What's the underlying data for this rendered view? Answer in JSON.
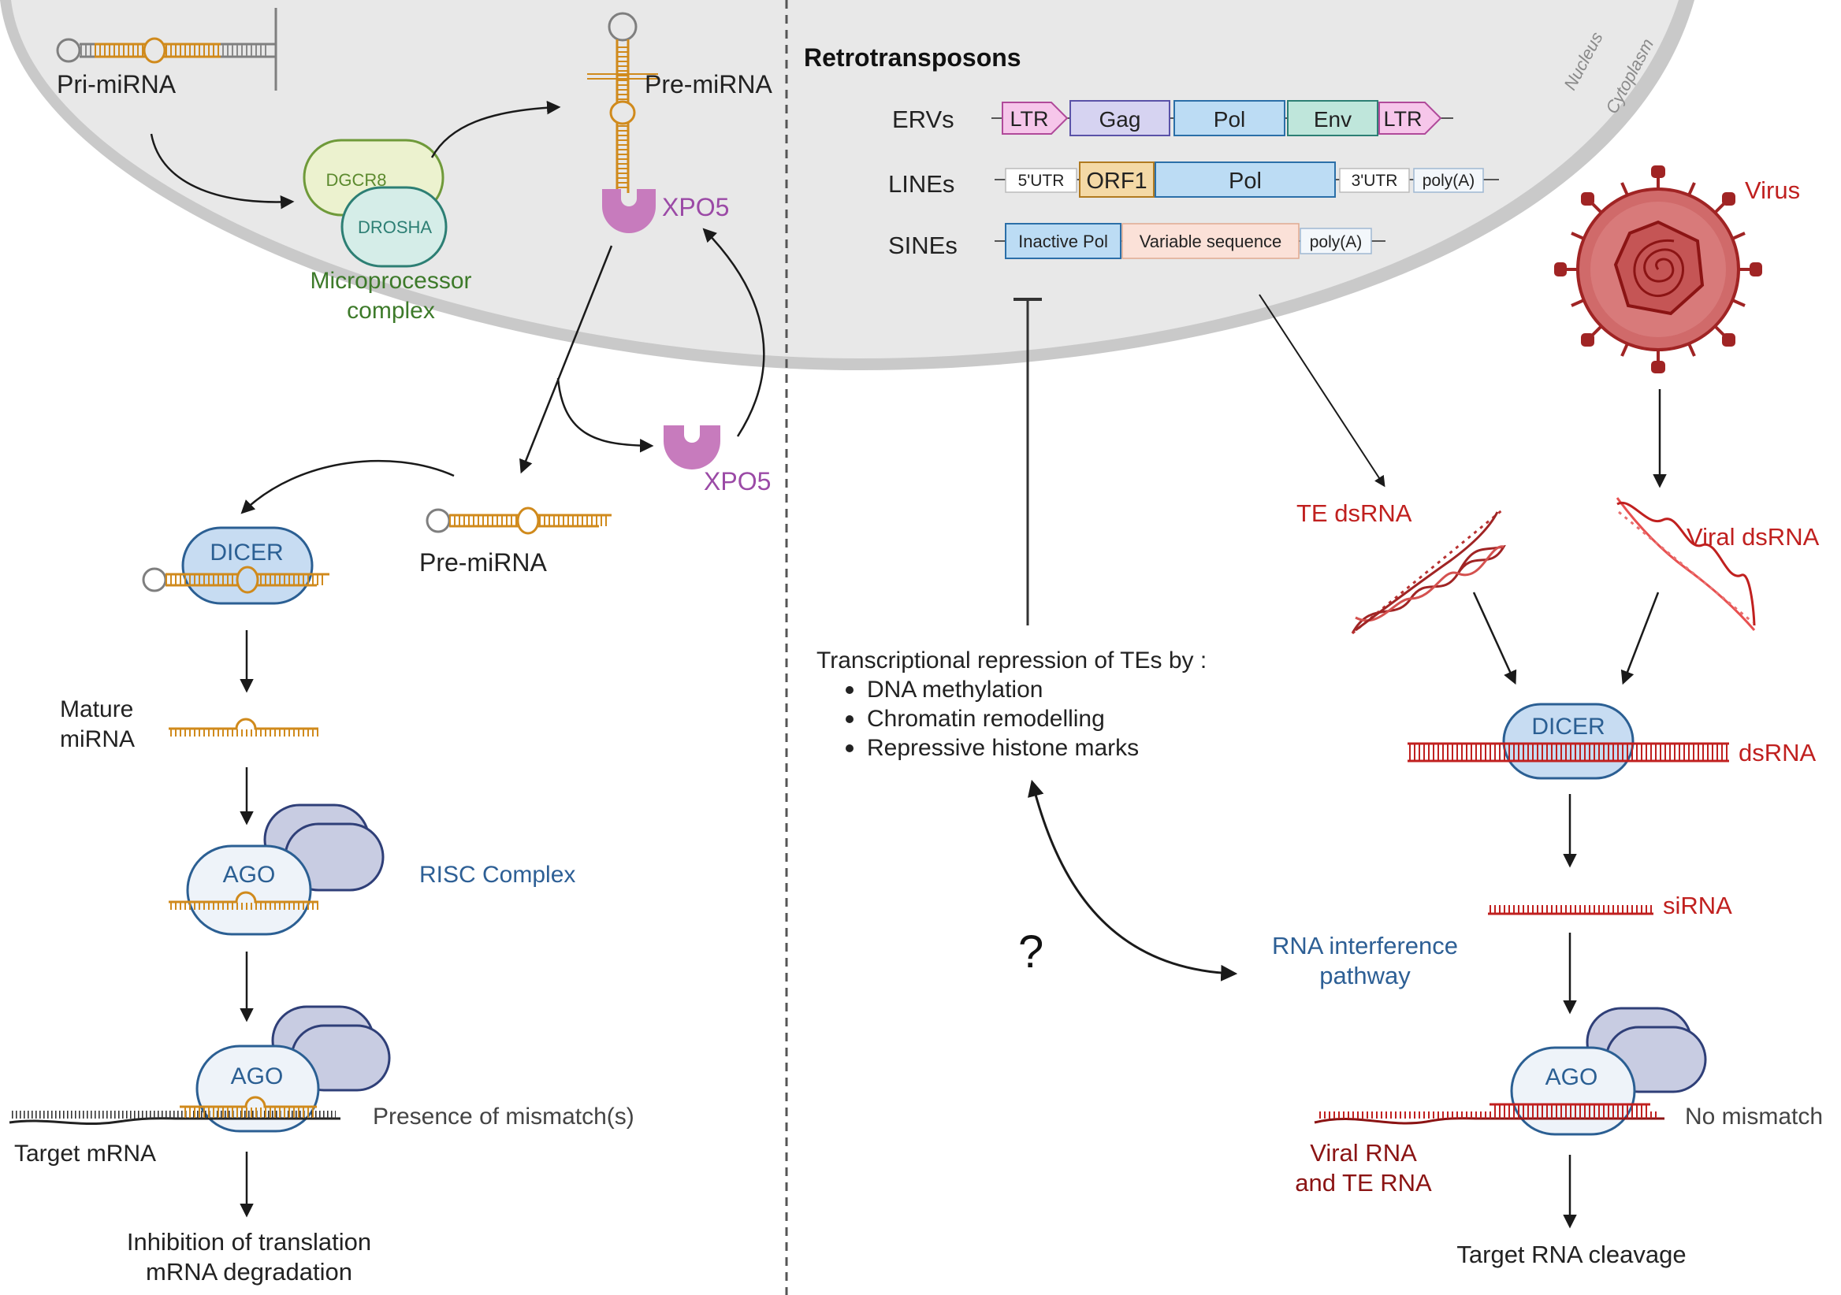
{
  "colors": {
    "nucleus_fill": "#e8e8e8",
    "nucleus_edge": "#c9c9c9",
    "mirna": "#d08a1c",
    "loop": "#7f7f7f",
    "protein_blue": "#c7dcf2",
    "protein_edge": "#2b5f93",
    "ago_partner": "#c8cce2",
    "ago_partner_edge": "#2f3f78",
    "xpo5": "#c77bbd",
    "xpo5_text": "#9b4aa6",
    "dgcr8": "#ecf2cf",
    "dgcr8_edge": "#6f9a3a",
    "drosha": "#d5ede8",
    "drosha_edge": "#2d7f74",
    "microproc_text": "#3d7a2a",
    "virus": "#d06a6a",
    "virus_dark": "#a02424",
    "red_text": "#c0201f",
    "dark_red": "#8b1414",
    "blue_text": "#2d5f95",
    "text": "#222222",
    "pink": "#f6c6ea",
    "lavender": "#d6d3f1",
    "light_blue": "#bcdcf4",
    "teal": "#bfe6db",
    "beige": "#f4d9a6",
    "peach": "#fbe1d8"
  },
  "compartments": {
    "nucleus": "Nucleus",
    "cytoplasm": "Cytoplasm"
  },
  "mirna_pathway": {
    "pri_mirna": "Pri-miRNA",
    "pre_mirna_nuclear": "Pre-miRNA",
    "dgcr8": "DGCR8",
    "drosha": "DROSHA",
    "microprocessor_line1": "Microprocessor",
    "microprocessor_line2": "complex",
    "xpo5_nuclear": "XPO5",
    "xpo5_cytoplasm": "XPO5",
    "pre_mirna_cytoplasm": "Pre-miRNA",
    "dicer": "DICER",
    "mature_line1": "Mature",
    "mature_line2": "miRNA",
    "ago_risc": "AGO",
    "risc_complex": "RISC  Complex",
    "ago_target": "AGO",
    "mismatch": "Presence of mismatch(s)",
    "target_mrna": "Target mRNA",
    "outcome_line1": "Inhibition of translation",
    "outcome_line2": "mRNA degradation"
  },
  "retrotransposons": {
    "title": "Retrotransposons",
    "erv": {
      "label": "ERVs",
      "ltr_left": "LTR",
      "gag": "Gag",
      "pol": "Pol",
      "env": "Env",
      "ltr_right": "LTR"
    },
    "line": {
      "label": "LINEs",
      "utr5": "5'UTR",
      "orf1": "ORF1",
      "pol": "Pol",
      "utr3": "3'UTR",
      "polya": "poly(A)"
    },
    "sine": {
      "label": "SINEs",
      "inactive_pol": "Inactive Pol",
      "variable": "Variable sequence",
      "polya": "poly(A)"
    }
  },
  "repression": {
    "title": "Transcriptional repression of TEs by :",
    "items": [
      "DNA methylation",
      "Chromatin remodelling",
      "Repressive histone marks"
    ],
    "question": "?"
  },
  "rnai_pathway": {
    "virus": "Virus",
    "te_dsrna": "TE dsRNA",
    "viral_dsrna": "Viral dsRNA",
    "dicer": "DICER",
    "dsrna": "dsRNA",
    "sirna": "siRNA",
    "rnai_line1": "RNA interference",
    "rnai_line2": "pathway",
    "ago": "AGO",
    "no_mismatch": "No mismatch",
    "viral_rna_line1": "Viral RNA",
    "viral_rna_line2": "and  TE RNA",
    "cleavage": "Target RNA cleavage"
  }
}
